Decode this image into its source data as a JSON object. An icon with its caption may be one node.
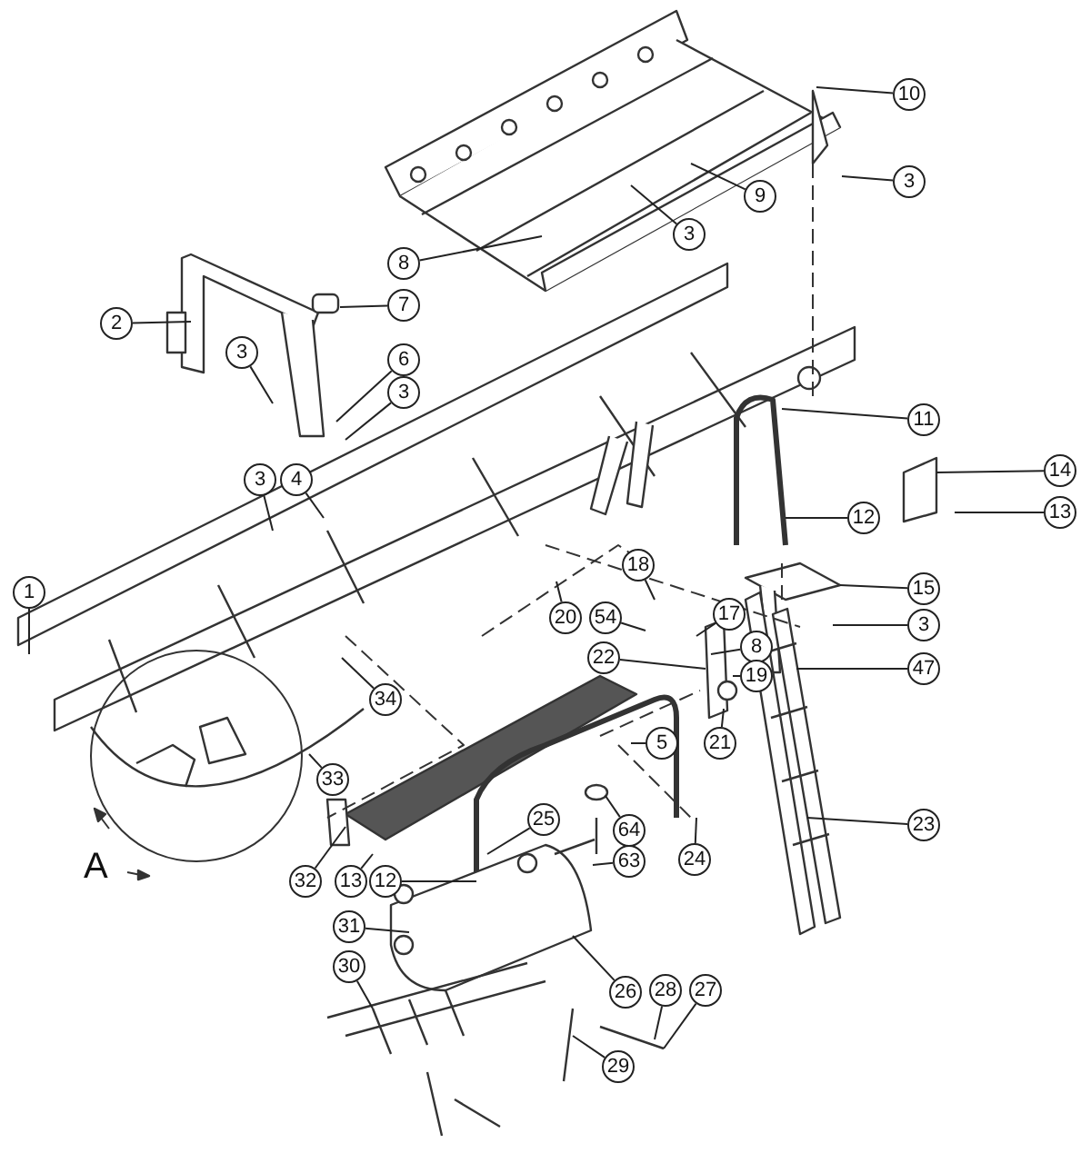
{
  "diagram": {
    "nodes": [
      {
        "text": [
          "10"
        ]
      },
      {
        "text": [
          "3"
        ]
      },
      {
        "text": [
          "9"
        ]
      },
      {
        "text": [
          "3"
        ]
      },
      {
        "text": [
          "8"
        ]
      },
      {
        "text": [
          "7"
        ]
      },
      {
        "text": [
          "2"
        ]
      },
      {
        "text": [
          "3"
        ]
      },
      {
        "text": [
          "6"
        ]
      },
      {
        "text": [
          "3"
        ]
      },
      {
        "text": [
          "11"
        ]
      },
      {
        "text": [
          "14"
        ]
      },
      {
        "text": [
          "13"
        ]
      },
      {
        "text": [
          "12"
        ]
      },
      {
        "text": [
          "3"
        ]
      },
      {
        "text": [
          "4"
        ]
      },
      {
        "text": [
          "1"
        ]
      },
      {
        "text": [
          "18"
        ]
      },
      {
        "text": [
          "20"
        ]
      },
      {
        "text": [
          "54"
        ]
      },
      {
        "text": [
          "17"
        ]
      },
      {
        "text": [
          "15"
        ]
      },
      {
        "text": [
          "8"
        ]
      },
      {
        "text": [
          "22"
        ]
      },
      {
        "text": [
          "19"
        ]
      },
      {
        "text": [
          "3"
        ]
      },
      {
        "text": [
          "47"
        ]
      },
      {
        "text": [
          "21"
        ]
      },
      {
        "text": [
          "34"
        ]
      },
      {
        "text": [
          "5"
        ]
      },
      {
        "text": [
          "33"
        ]
      },
      {
        "text": [
          "23"
        ]
      },
      {
        "text": [
          "25"
        ]
      },
      {
        "text": [
          "64"
        ]
      },
      {
        "text": [
          "63"
        ]
      },
      {
        "text": [
          "32"
        ]
      },
      {
        "text": [
          "13"
        ]
      },
      {
        "text": [
          "12"
        ]
      },
      {
        "text": [
          "24"
        ]
      },
      {
        "text": [
          "31"
        ]
      },
      {
        "text": [
          "26"
        ]
      },
      {
        "text": [
          "28"
        ]
      },
      {
        "text": [
          "27"
        ]
      },
      {
        "text": [
          "30"
        ]
      },
      {
        "text": [
          "29"
        ]
      }
    ],
    "edges": [
      {
        "from": 0,
        "to": null,
        "arrow": "none"
      },
      {
        "from": 1,
        "to": null,
        "arrow": "none"
      },
      {
        "from": 2,
        "to": null,
        "arrow": "none"
      },
      {
        "from": 3,
        "to": null,
        "arrow": "none"
      },
      {
        "from": 4,
        "to": null,
        "arrow": "none"
      },
      {
        "from": 5,
        "to": null,
        "arrow": "none"
      },
      {
        "from": 6,
        "to": null,
        "arrow": "none"
      },
      {
        "from": 7,
        "to": null,
        "arrow": "none"
      },
      {
        "from": 8,
        "to": null,
        "arrow": "none"
      },
      {
        "from": 9,
        "to": null,
        "arrow": "none"
      },
      {
        "from": 10,
        "to": null,
        "arrow": "none"
      },
      {
        "from": 11,
        "to": null,
        "arrow": "none"
      },
      {
        "from": 12,
        "to": null,
        "arrow": "none"
      },
      {
        "from": 13,
        "to": null,
        "arrow": "none"
      },
      {
        "from": 14,
        "to": null,
        "arrow": "none"
      },
      {
        "from": 15,
        "to": null,
        "arrow": "none"
      },
      {
        "from": 16,
        "to": null,
        "arrow": "none"
      },
      {
        "from": 17,
        "to": null,
        "arrow": "none"
      },
      {
        "from": 18,
        "to": null,
        "arrow": "none"
      },
      {
        "from": 19,
        "to": null,
        "arrow": "none"
      },
      {
        "from": 20,
        "to": null,
        "arrow": "none"
      },
      {
        "from": 21,
        "to": null,
        "arrow": "none"
      },
      {
        "from": 22,
        "to": null,
        "arrow": "none"
      },
      {
        "from": 23,
        "to": null,
        "arrow": "none"
      },
      {
        "from": 24,
        "to": null,
        "arrow": "none"
      },
      {
        "from": 25,
        "to": null,
        "arrow": "none"
      },
      {
        "from": 26,
        "to": null,
        "arrow": "none"
      },
      {
        "from": 27,
        "to": null,
        "arrow": "none"
      },
      {
        "from": 28,
        "to": null,
        "arrow": "none"
      },
      {
        "from": 29,
        "to": null,
        "arrow": "none"
      },
      {
        "from": 30,
        "to": null,
        "arrow": "none"
      },
      {
        "from": 31,
        "to": null,
        "arrow": "none"
      },
      {
        "from": 32,
        "to": null,
        "arrow": "none"
      },
      {
        "from": 33,
        "to": null,
        "arrow": "none"
      },
      {
        "from": 34,
        "to": null,
        "arrow": "none"
      },
      {
        "from": 35,
        "to": null,
        "arrow": "none"
      },
      {
        "from": 36,
        "to": null,
        "arrow": "none"
      },
      {
        "from": 37,
        "to": null,
        "arrow": "none"
      },
      {
        "from": 38,
        "to": null,
        "arrow": "none"
      },
      {
        "from": 39,
        "to": null,
        "arrow": "none"
      },
      {
        "from": 40,
        "to": null,
        "arrow": "none"
      },
      {
        "from": 41,
        "to": null,
        "arrow": "none"
      },
      {
        "from": 42,
        "to": null,
        "arrow": "none"
      },
      {
        "from": 43,
        "to": null,
        "arrow": "none"
      },
      {
        "from": 44,
        "to": null,
        "arrow": "none"
      }
    ],
    "labels": [
      "A"
    ]
  }
}
